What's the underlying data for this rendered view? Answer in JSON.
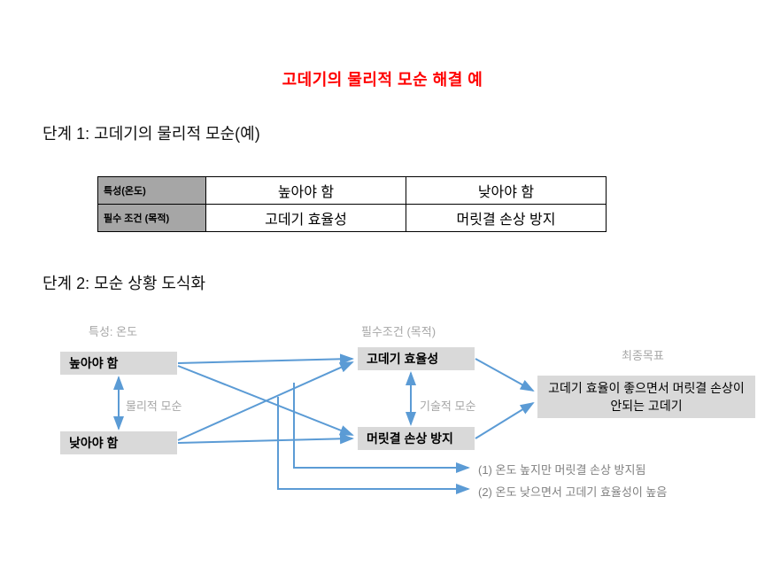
{
  "title": "고데기의 물리적 모순 해결 예",
  "step1": {
    "heading": "단계 1: 고데기의 물리적 모순(예)",
    "table": {
      "rows": [
        {
          "header": "특성(온도)",
          "col1": "높아야 함",
          "col2": "낮아야 함"
        },
        {
          "header": "필수 조건 (목적)",
          "col1": "고데기 효율성",
          "col2": "머릿결 손상 방지"
        }
      ]
    }
  },
  "step2": {
    "heading": "단계 2: 모순 상황 도식화",
    "diagram": {
      "col_labels": {
        "left": "특성: 온도",
        "middle": "필수조건 (목적)",
        "right": "최종목표"
      },
      "left_boxes": [
        "높아야 함",
        "낮아야 함"
      ],
      "middle_boxes": [
        "고데기 효율성",
        "머릿결 손상 방지"
      ],
      "final_box": "고데기 효율이 좋으면서 머릿결 손상이 안되는 고데기",
      "contradiction_labels": {
        "physical": "물리적 모순",
        "technical": "기술적 모순"
      },
      "annotations": [
        "(1) 온도 높지만 머릿결 손상 방지됨",
        "(2) 온도 낮으면서 고데기 효율성이 높음"
      ],
      "colors": {
        "arrow": "#5b9bd5",
        "node_fill": "#d9d9d9",
        "table_header_fill": "#a6a6a6",
        "title_red": "#ff0000"
      }
    }
  }
}
